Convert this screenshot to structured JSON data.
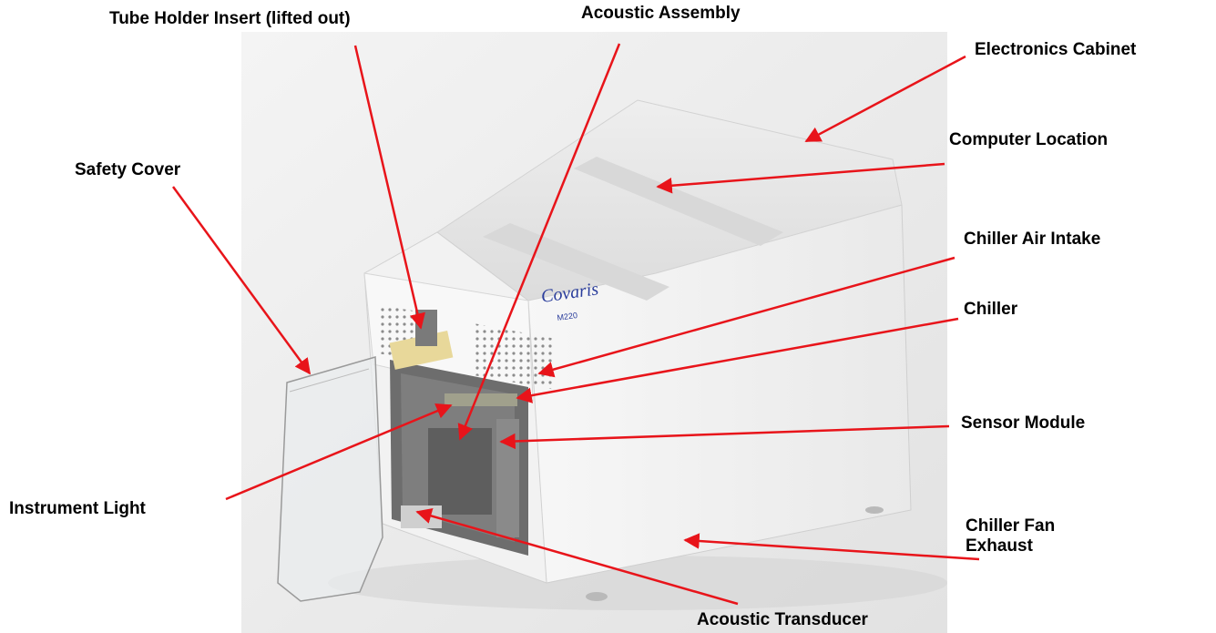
{
  "labels": {
    "tube_holder": "Tube Holder Insert (lifted out)",
    "acoustic_assembly": "Acoustic Assembly",
    "electronics_cabinet": "Electronics Cabinet",
    "computer_location": "Computer Location",
    "safety_cover": "Safety Cover",
    "chiller_air_intake": "Chiller Air Intake",
    "chiller": "Chiller",
    "sensor_module": "Sensor Module",
    "instrument_light": "Instrument Light",
    "chiller_fan_exhaust": "Chiller Fan Exhaust",
    "acoustic_transducer": "Acoustic Transducer"
  },
  "device": {
    "brand": "Covaris",
    "model": "M220"
  },
  "colors": {
    "arrow": "#e8141a",
    "label": "#000000"
  }
}
